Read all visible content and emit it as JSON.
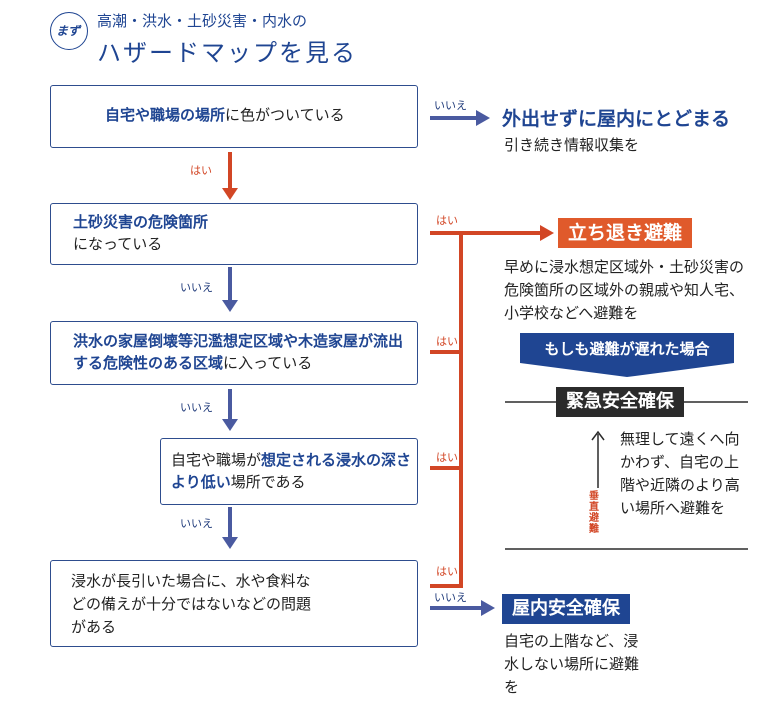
{
  "header": {
    "badge": "まず",
    "subtitle": "高潮・洪水・土砂災害・内水の",
    "title": "ハザードマップを見る"
  },
  "steps": [
    {
      "bold": "自宅や職場の場所",
      "normal": "に色がついている"
    },
    {
      "bold": "土砂災害の危険箇所",
      "normal": "になっている"
    },
    {
      "bold": "洪水の家屋倒壊等氾濫想定区域や木造家屋が流出する危険性のある区域",
      "normal": "に入っている"
    },
    {
      "normal1": "自宅や職場が",
      "bold": "想定される浸水の深さより低い",
      "normal2": "場所である"
    },
    {
      "normal": "浸水が長引いた場合に、水や食料などの備えが十分ではないなどの問題がある"
    }
  ],
  "labels": {
    "yes": "はい",
    "no": "いいえ",
    "vertical": "垂直避難"
  },
  "outcomes": {
    "stay": {
      "title": "外出せずに屋内にとどまる",
      "desc": "引き続き情報収集を"
    },
    "evacuate": {
      "title": "立ち退き避難",
      "desc": "早めに浸水想定区域外・土砂災害の危険箇所の区域外の親戚や知人宅、小学校などへ避難を"
    },
    "late": "もしも避難が遅れた場合",
    "emergency": {
      "title": "緊急安全確保",
      "desc": "無理して遠くへ向かわず、自宅の上階や近隣のより高い場所へ避難を"
    },
    "indoor": {
      "title": "屋内安全確保",
      "desc": "自宅の上階など、浸水しない場所に避難を"
    }
  },
  "colors": {
    "navy": "#1f4592",
    "arrow_red": "#d24625",
    "arrow_navy": "#4a5aa0",
    "orange": "#e05a2b",
    "dark": "#2b2b2b"
  }
}
